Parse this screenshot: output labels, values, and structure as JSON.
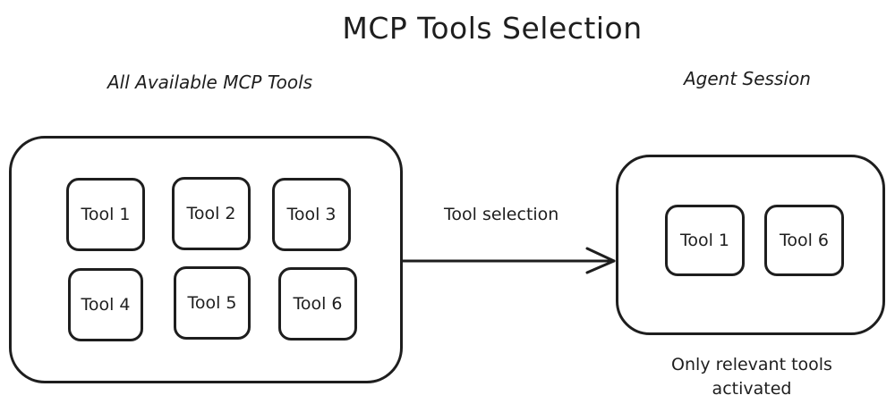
{
  "title": "MCP Tools Selection",
  "left_group": {
    "label": "All Available MCP Tools",
    "tools": [
      "Tool 1",
      "Tool 2",
      "Tool 3",
      "Tool 4",
      "Tool 5",
      "Tool 6"
    ]
  },
  "arrow": {
    "label": "Tool selection"
  },
  "right_group": {
    "label": "Agent Session",
    "tools": [
      "Tool 1",
      "Tool 6"
    ],
    "note": "Only relevant tools activated"
  },
  "colors": {
    "stroke": "#1e1e1e",
    "background": "#ffffff"
  }
}
